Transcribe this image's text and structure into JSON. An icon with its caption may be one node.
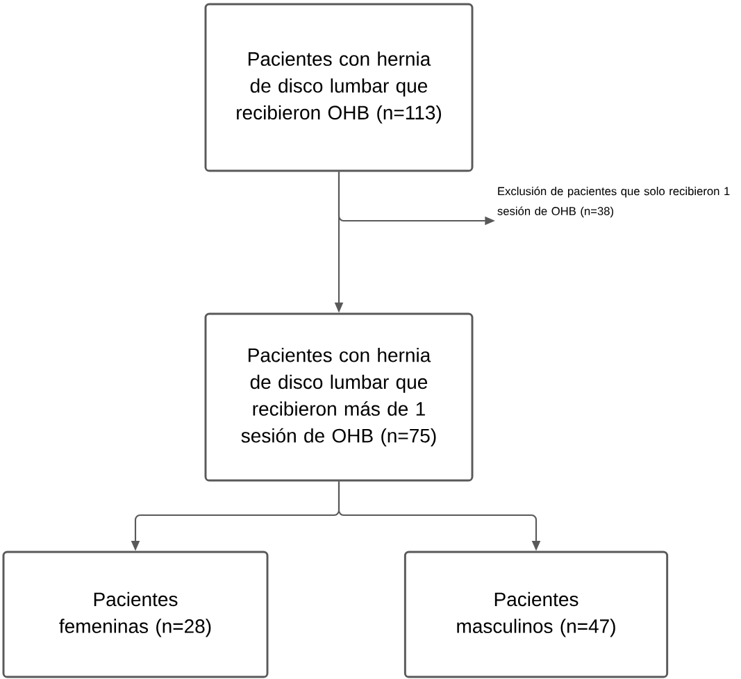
{
  "diagram": {
    "nodes": [
      {
        "text": [
          "Pacientes con hernia de disco lumbar que recibieron OHB (n=113)"
        ]
      },
      {
        "text": [
          "Exclusión de pacientes que solo recibieron 1 sesión de OHB (n=38)"
        ]
      },
      {
        "text": [
          "Pacientes con hernia de disco lumbar que recibieron más de 1 sesión de OHB (n=75)"
        ]
      },
      {
        "text": [
          "Pacientes femeninas (n=28)"
        ]
      },
      {
        "text": [
          "Pacientes masculinos (n=47)"
        ]
      }
    ],
    "edges": [
      {
        "from": 0,
        "to": 2,
        "arrow": "to"
      },
      {
        "from": 0,
        "to": 1,
        "arrow": "to"
      },
      {
        "from": 2,
        "to": 3,
        "arrow": "to"
      },
      {
        "from": 2,
        "to": 4,
        "arrow": "to"
      }
    ]
  }
}
